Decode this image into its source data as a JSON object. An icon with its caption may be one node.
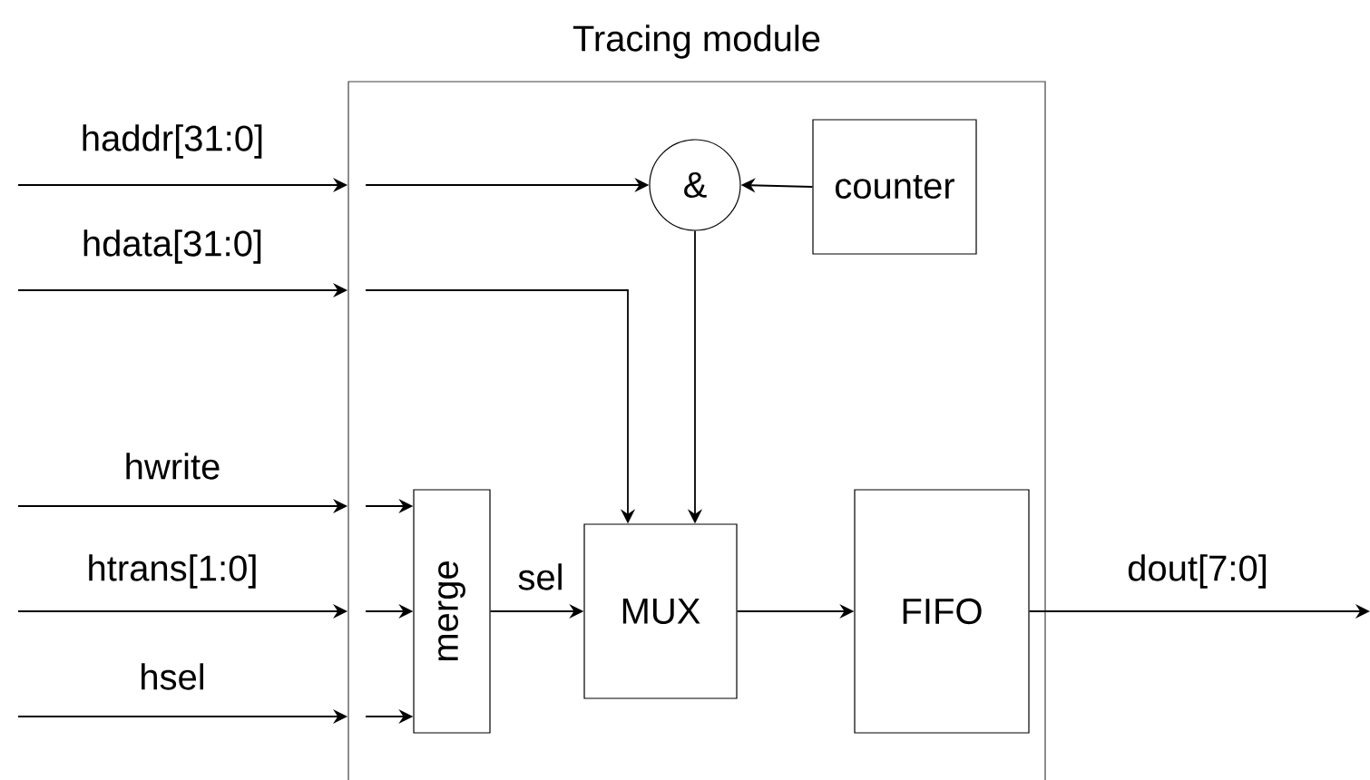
{
  "diagram": {
    "nodes": [
      {
        "text": [
          "Tracing module"
        ]
      },
      {
        "text": [
          "&"
        ],
        "in": 0
      },
      {
        "text": [
          "counter"
        ],
        "in": 0
      },
      {
        "text": [
          "merge"
        ],
        "in": 0
      },
      {
        "text": [
          "MUX"
        ],
        "in": 0
      },
      {
        "text": [
          "FIFO"
        ],
        "in": 0
      }
    ],
    "edges": [
      {
        "from": null,
        "to": 0,
        "arrow": "to",
        "label": "haddr[31:0]"
      },
      {
        "from": null,
        "to": 0,
        "arrow": "to",
        "label": "hdata[31:0]"
      },
      {
        "from": null,
        "to": 0,
        "arrow": "to",
        "label": "hwrite"
      },
      {
        "from": null,
        "to": 0,
        "arrow": "to",
        "label": "htrans[1:0]"
      },
      {
        "from": null,
        "to": 0,
        "arrow": "to",
        "label": "hsel"
      },
      {
        "from": 0,
        "to": 1,
        "arrow": "to"
      },
      {
        "from": 0,
        "to": 4,
        "arrow": "to"
      },
      {
        "from": 2,
        "to": 1,
        "arrow": "to"
      },
      {
        "from": 1,
        "to": 4,
        "arrow": "to"
      },
      {
        "from": 0,
        "to": 3,
        "arrow": "to"
      },
      {
        "from": 0,
        "to": 3,
        "arrow": "to"
      },
      {
        "from": 0,
        "to": 3,
        "arrow": "to"
      },
      {
        "from": 3,
        "to": 4,
        "arrow": "to",
        "label": "sel"
      },
      {
        "from": 4,
        "to": 5,
        "arrow": "to"
      },
      {
        "from": 5,
        "to": null,
        "arrow": "to",
        "label": "dout[7:0]"
      }
    ]
  }
}
